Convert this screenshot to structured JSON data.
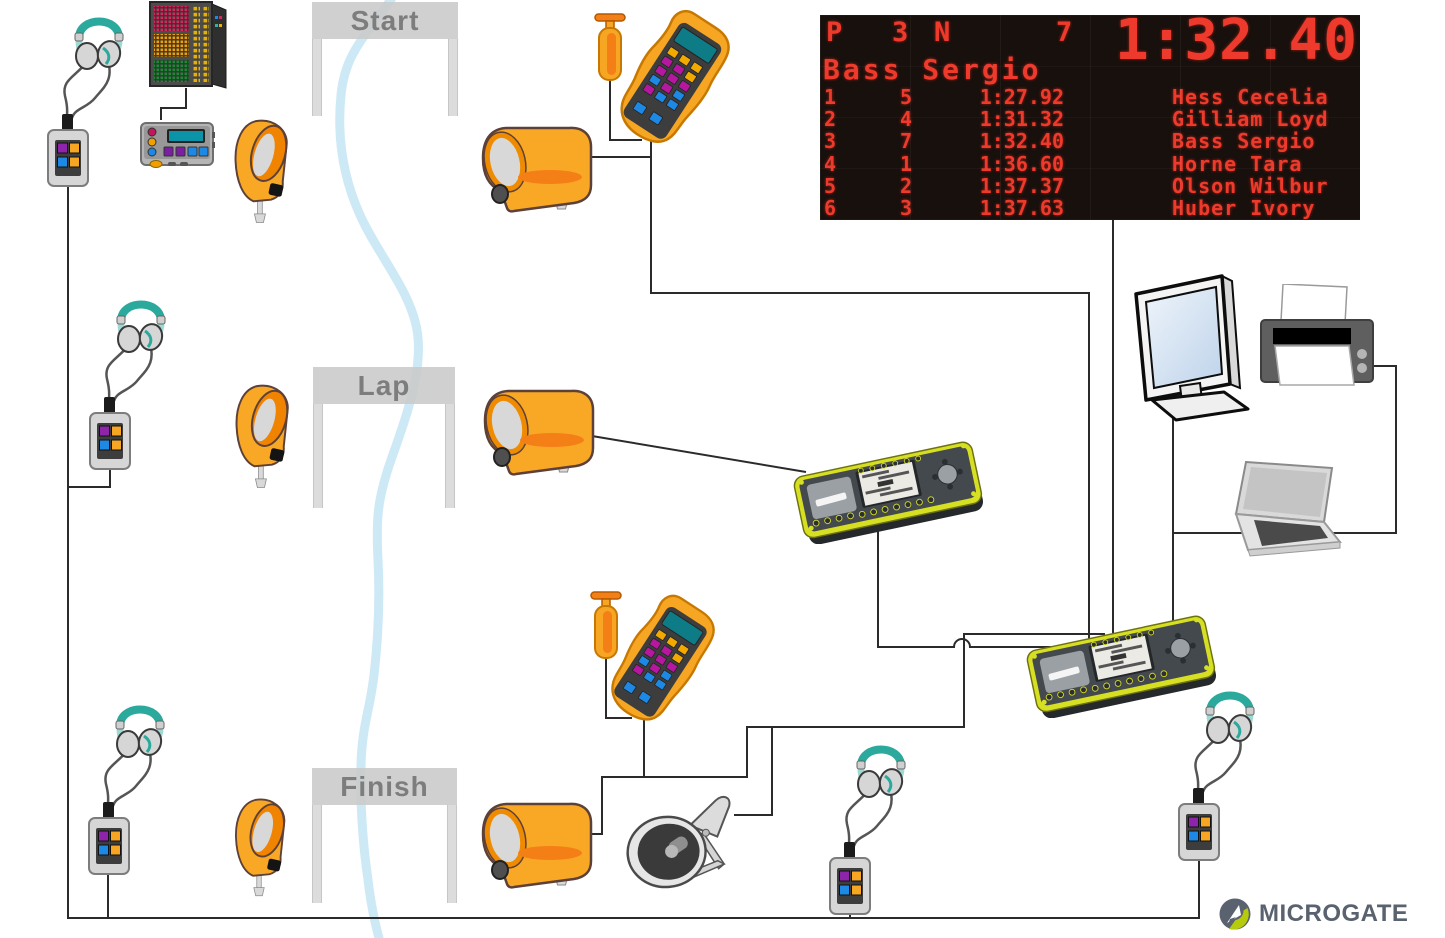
{
  "branding": {
    "name": "MICROGATE",
    "logo_gray": "#59626e",
    "logo_green": "#b6cb0b"
  },
  "gates": {
    "start": "Start",
    "lap": "Lap",
    "finish": "Finish"
  },
  "scoreboard": {
    "background": "#17100d",
    "led_color": "#ee3a2c",
    "header": {
      "position_label": "P",
      "position_value": "3",
      "bib_label": "N",
      "bib_value": "7",
      "time": "1:32.40",
      "athlete": "Bass Sergio"
    },
    "rows": [
      {
        "rank": "1",
        "bib": "5",
        "time": "1:27.92",
        "name": "Hess Cecelia"
      },
      {
        "rank": "2",
        "bib": "4",
        "time": "1:31.32",
        "name": "Gilliam Loyd"
      },
      {
        "rank": "3",
        "bib": "7",
        "time": "1:32.40",
        "name": "Bass Sergio"
      },
      {
        "rank": "4",
        "bib": "1",
        "time": "1:36.60",
        "name": "Horne Tara"
      },
      {
        "rank": "5",
        "bib": "2",
        "time": "1:37.37",
        "name": "Olson Wilbur"
      },
      {
        "rank": "6",
        "bib": "3",
        "time": "1:37.63",
        "name": "Huber Ivory"
      }
    ]
  },
  "equipment": [
    {
      "id": "led-start-display",
      "count": 1
    },
    {
      "id": "start-controller",
      "count": 1
    },
    {
      "id": "intercom-set",
      "count": 5
    },
    {
      "id": "reflector",
      "count": 3
    },
    {
      "id": "photocell",
      "count": 3
    },
    {
      "id": "start-button",
      "count": 2
    },
    {
      "id": "handheld-terminal",
      "count": 2
    },
    {
      "id": "timing-console",
      "count": 2
    },
    {
      "id": "led-scoreboard",
      "count": 1
    },
    {
      "id": "monitor",
      "count": 1
    },
    {
      "id": "printer",
      "count": 1
    },
    {
      "id": "laptop",
      "count": 1
    },
    {
      "id": "horn-speaker",
      "count": 1
    }
  ],
  "colors": {
    "track": "#cde9f6",
    "wire": "#2b2b2b",
    "device_orange": "#f9a825",
    "device_orange_dark": "#f57f17",
    "headset_teal": "#2ba99c",
    "console_yellow": "#d7df23",
    "banner_gray": "#c9c9c9"
  }
}
